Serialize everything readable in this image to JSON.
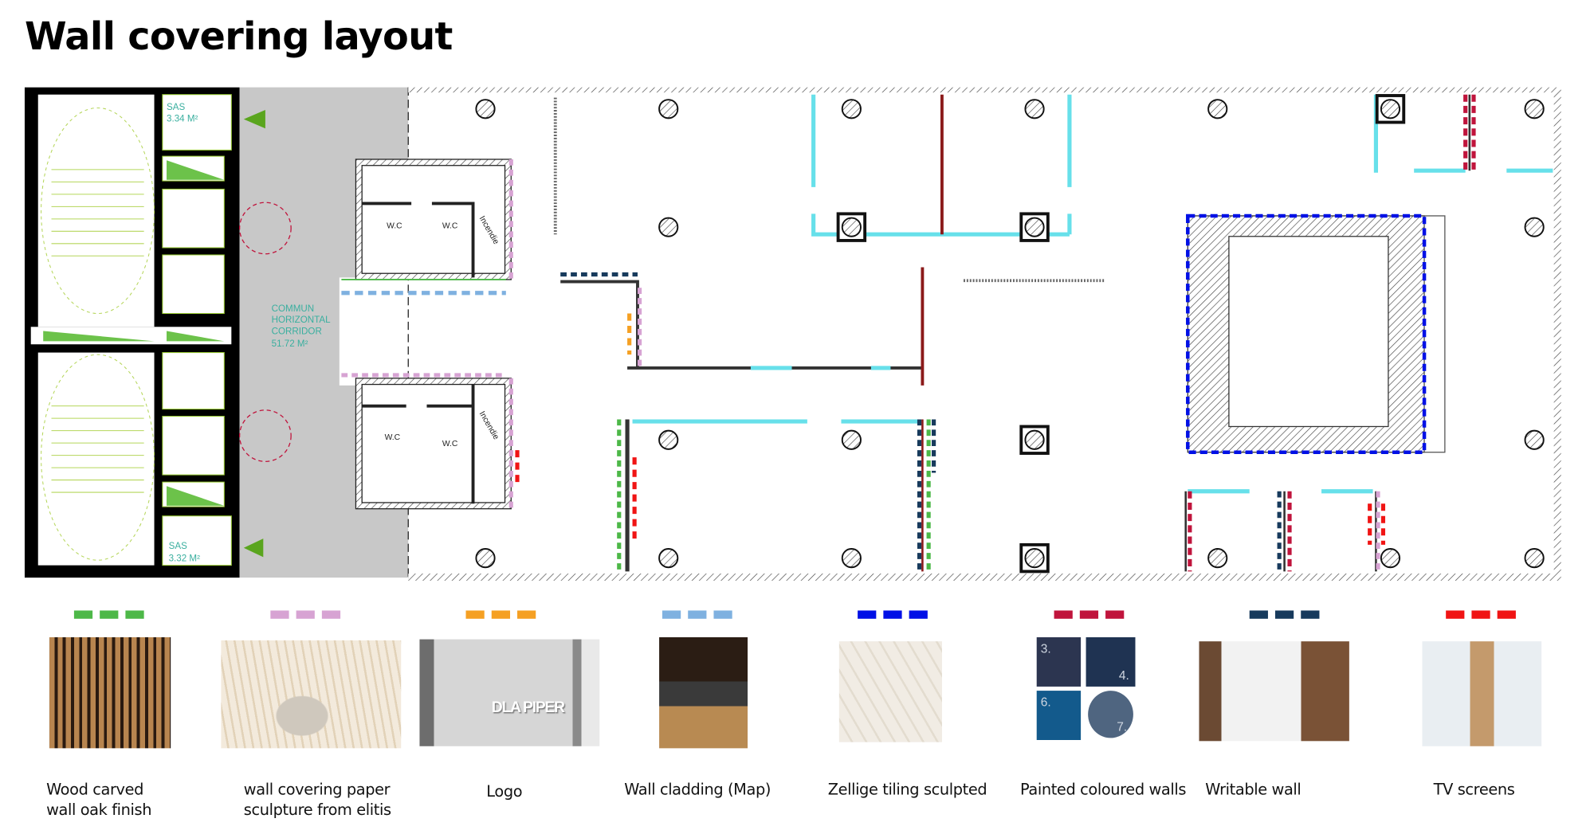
{
  "title": "Wall covering layout",
  "plan": {
    "sas_top": {
      "name": "SAS",
      "area": "3.34 M²"
    },
    "sas_bottom": {
      "name": "SAS",
      "area": "3.32 M²"
    },
    "corridor": [
      "COMMUN",
      "HORIZONTAL",
      "CORRIDOR",
      "51.72 M²"
    ],
    "wc_label": "W.C",
    "incendie_label": "Incendie"
  },
  "legend": [
    {
      "label_lines": [
        "Wood carved",
        "wall oak finish"
      ],
      "color": "#4db848"
    },
    {
      "label_lines": [
        "wall covering paper",
        "sculpture from elitis"
      ],
      "color": "#d7a3d3"
    },
    {
      "label_lines": [
        "Logo"
      ],
      "color": "#f5a023",
      "logo_text": "DLA PIPER"
    },
    {
      "label_lines": [
        "Wall cladding (Map)"
      ],
      "color": "#7fb1e0"
    },
    {
      "label_lines": [
        "Zellige tiling sculpted"
      ],
      "color": "#0010e6"
    },
    {
      "label_lines": [
        "Painted coloured walls"
      ],
      "color": "#c0143c",
      "swatch_numbers": [
        "3.",
        "4.",
        "6.",
        "7."
      ]
    },
    {
      "label_lines": [
        "Writable wall"
      ],
      "color": "#173a5c"
    },
    {
      "label_lines": [
        "TV screens"
      ],
      "color": "#f01414"
    }
  ]
}
